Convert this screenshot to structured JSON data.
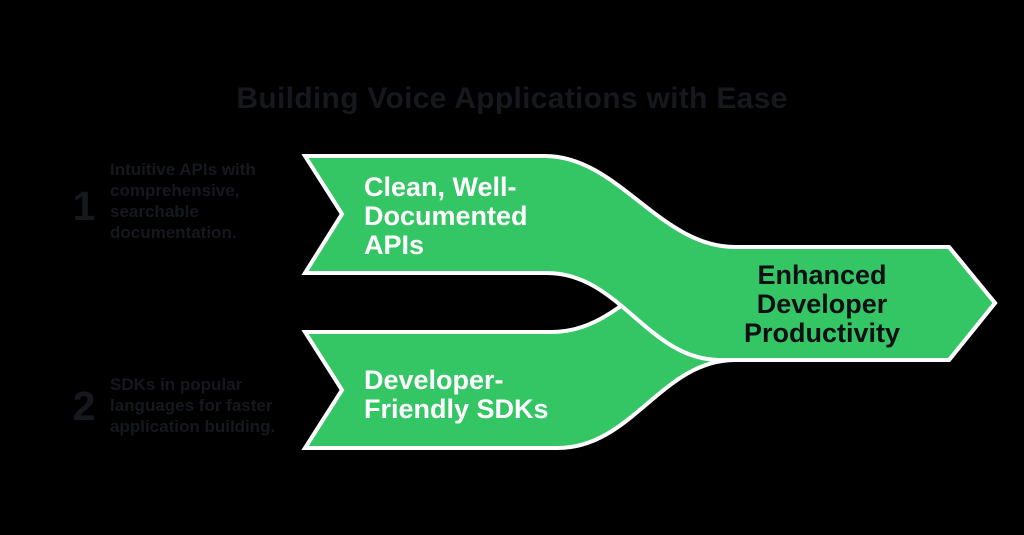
{
  "title": "Building Voice Applications with Ease",
  "colors": {
    "background": "#000000",
    "ribbon_green": "#34c565",
    "ribbon_outline": "#ffffff",
    "muted_text": "#15181d",
    "ribbon_label_text": "#ffffff",
    "outcome_text": "#0c1014"
  },
  "steps": [
    {
      "number": "1",
      "description": "Intuitive APIs with\ncomprehensive,\nsearchable\ndocumentation."
    },
    {
      "number": "2",
      "description": "SDKs in popular\nlanguages for faster\napplication building."
    }
  ],
  "ribbons": [
    {
      "label": "Clean, Well-\nDocumented\nAPIs"
    },
    {
      "label": "Developer-\nFriendly SDKs"
    }
  ],
  "outcome": {
    "label": "Enhanced\nDeveloper\nProductivity"
  }
}
